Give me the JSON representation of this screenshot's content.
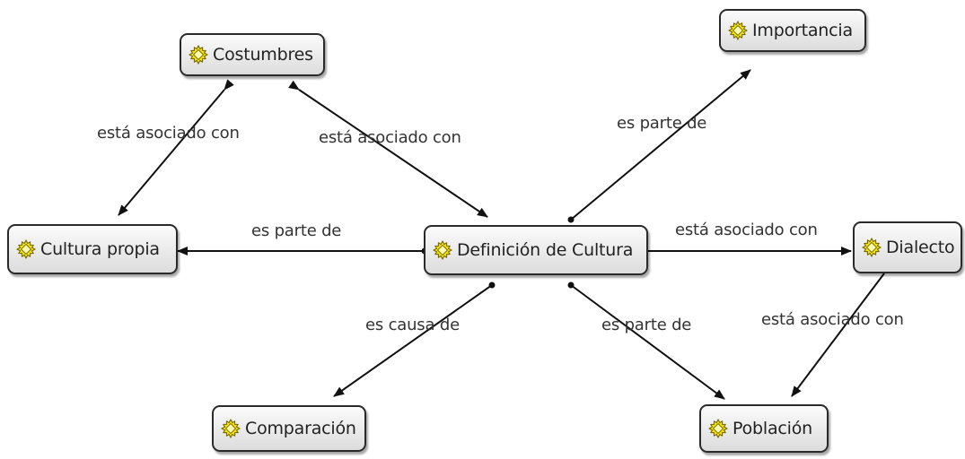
{
  "nodes": {
    "costumbres": {
      "label": "Costumbres",
      "icon": "concept-icon"
    },
    "importancia": {
      "label": "Importancia",
      "icon": "concept-icon"
    },
    "cultura_propia": {
      "label": "Cultura propia",
      "icon": "concept-icon"
    },
    "definicion": {
      "label": "Definición de Cultura",
      "icon": "concept-icon"
    },
    "dialecto": {
      "label": "Dialecto",
      "icon": "concept-icon"
    },
    "comparacion": {
      "label": "Comparación",
      "icon": "concept-icon"
    },
    "poblacion": {
      "label": "Población",
      "icon": "concept-icon"
    }
  },
  "links": {
    "costumbres_cultura": "está asociado con",
    "costumbres_definicion": "está asociado con",
    "definicion_importancia": "es parte de",
    "definicion_cultura": "es parte de",
    "definicion_dialecto": "está asociado con",
    "definicion_comparacion": "es causa de",
    "definicion_poblacion": "es parte de",
    "dialecto_poblacion": "está asociado con"
  },
  "colors": {
    "icon_fill": "#f2e400",
    "icon_stroke": "#7a6a00",
    "node_border": "#2a2a2a",
    "line": "#111111"
  }
}
